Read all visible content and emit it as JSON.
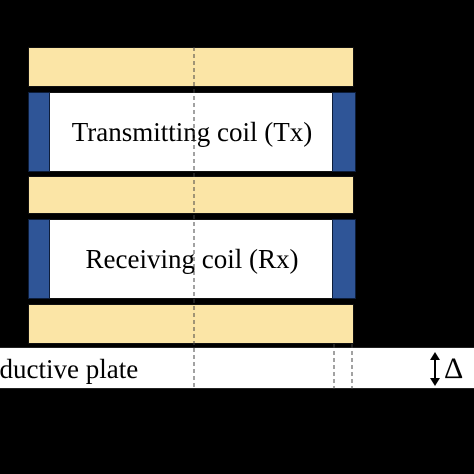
{
  "diagram": {
    "coils": {
      "transmitting": {
        "label": "Transmitting coil (Tx)"
      },
      "receiving": {
        "label": "Receiving coil (Rx)"
      }
    },
    "plate": {
      "label": "nductive plate",
      "gap_symbol": "Δ"
    },
    "colors": {
      "background": "#000000",
      "ferrite": "#fbe5a6",
      "winding": "#2f5597",
      "coil_body": "#ffffff",
      "plate": "#ffffff"
    }
  }
}
